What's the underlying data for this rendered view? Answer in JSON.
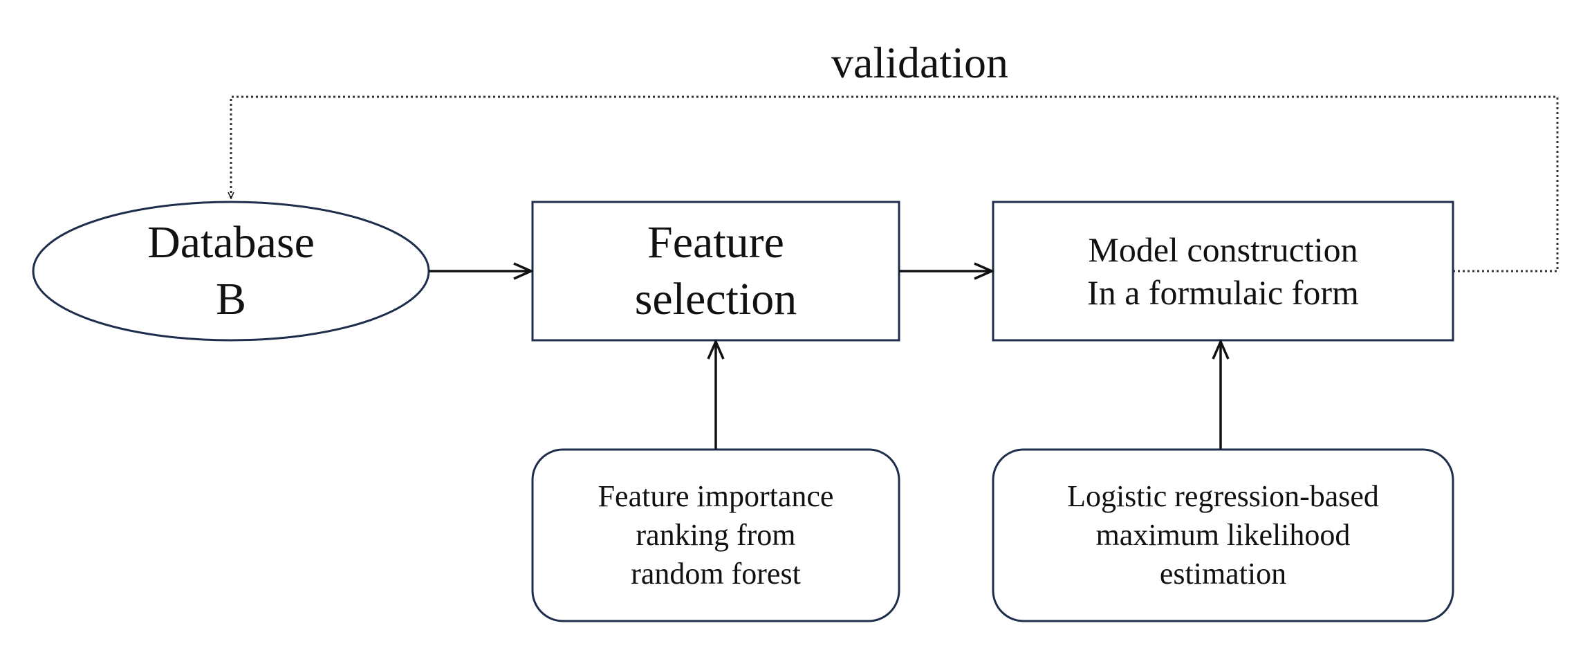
{
  "nodes": {
    "database": {
      "lines": [
        "Database",
        "B"
      ]
    },
    "feature_selection": {
      "lines": [
        "Feature",
        "selection"
      ]
    },
    "model_construction": {
      "lines": [
        "Model construction",
        "In a formulaic form"
      ]
    },
    "feature_importance": {
      "lines": [
        "Feature importance",
        "ranking from",
        "random forest"
      ]
    },
    "logistic_regression": {
      "lines": [
        "Logistic regression-based",
        "maximum likelihood",
        "estimation"
      ]
    }
  },
  "feedback": {
    "label": "validation"
  },
  "colors": {
    "node_border": "#1f2d4d",
    "arrow": "#111111",
    "text": "#111111"
  }
}
